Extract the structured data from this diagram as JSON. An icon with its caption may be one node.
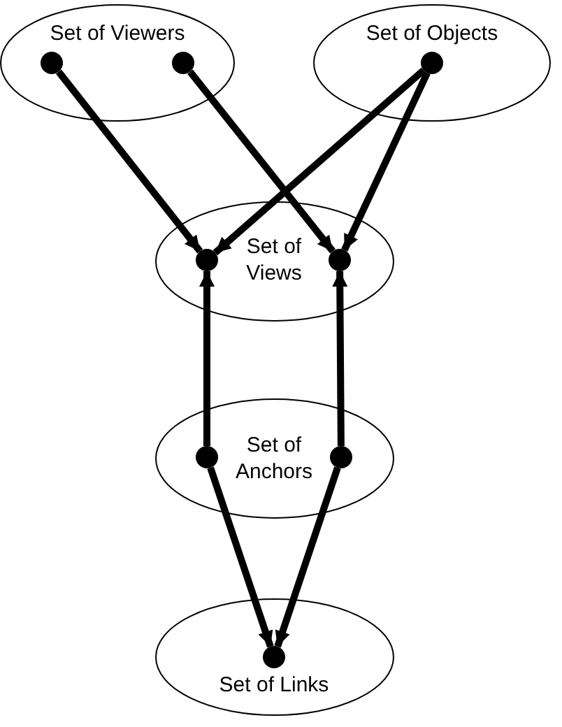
{
  "diagram": {
    "nodes": [
      {
        "text": [
          "Set of Viewers"
        ]
      },
      {
        "text": [],
        "shape": "circle",
        "in": 0
      },
      {
        "text": [],
        "shape": "circle",
        "in": 0
      },
      {
        "text": [
          "Set of Objects"
        ]
      },
      {
        "text": [],
        "shape": "circle",
        "in": 3
      },
      {
        "text": [
          "Set of Views"
        ]
      },
      {
        "text": [],
        "shape": "circle",
        "in": 5
      },
      {
        "text": [],
        "shape": "circle",
        "in": 5
      },
      {
        "text": [
          "Set of Anchors"
        ]
      },
      {
        "text": [],
        "shape": "circle",
        "in": 8
      },
      {
        "text": [],
        "shape": "circle",
        "in": 8
      },
      {
        "text": [
          "Set of Links"
        ]
      },
      {
        "text": [],
        "shape": "circle",
        "in": 11
      }
    ],
    "edges": [
      {
        "from": 1,
        "to": 6,
        "arrow": "to"
      },
      {
        "from": 2,
        "to": 7,
        "arrow": "to"
      },
      {
        "from": 4,
        "to": 6,
        "arrow": "to"
      },
      {
        "from": 4,
        "to": 7,
        "arrow": "to"
      },
      {
        "from": 9,
        "to": 6,
        "arrow": "to"
      },
      {
        "from": 10,
        "to": 7,
        "arrow": "to"
      },
      {
        "from": 9,
        "to": 12,
        "arrow": "to"
      },
      {
        "from": 10,
        "to": 12,
        "arrow": "to"
      }
    ]
  }
}
